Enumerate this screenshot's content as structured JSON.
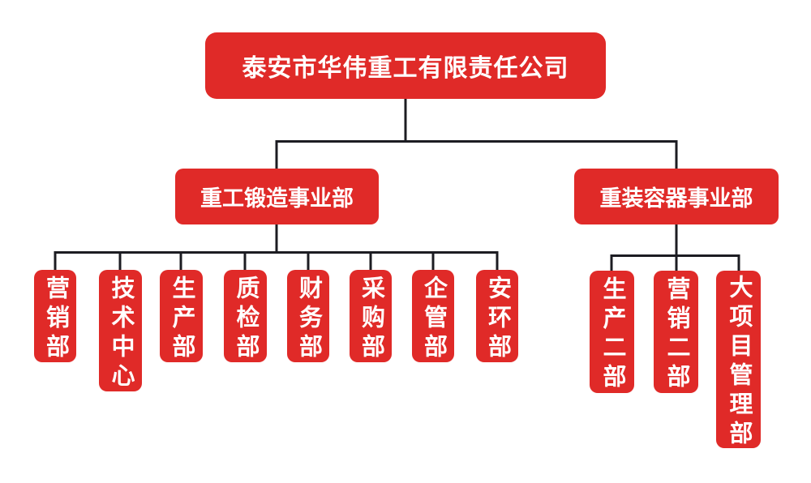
{
  "org_chart": {
    "root": {
      "label": "泰安市华伟重工有限责任公司"
    },
    "divisions": [
      {
        "label": "重工锻造事业部",
        "departments": [
          "营销部",
          "技术中心",
          "生产部",
          "质检部",
          "财务部",
          "采购部",
          "企管部",
          "安环部"
        ]
      },
      {
        "label": "重装容器事业部",
        "departments": [
          "生产二部",
          "营销二部",
          "大项目管理部"
        ]
      }
    ],
    "colors": {
      "box_red": "#e02a28",
      "text_white": "#ffffff",
      "connector_black": "#1c1c22",
      "background": "#ffffff"
    }
  }
}
